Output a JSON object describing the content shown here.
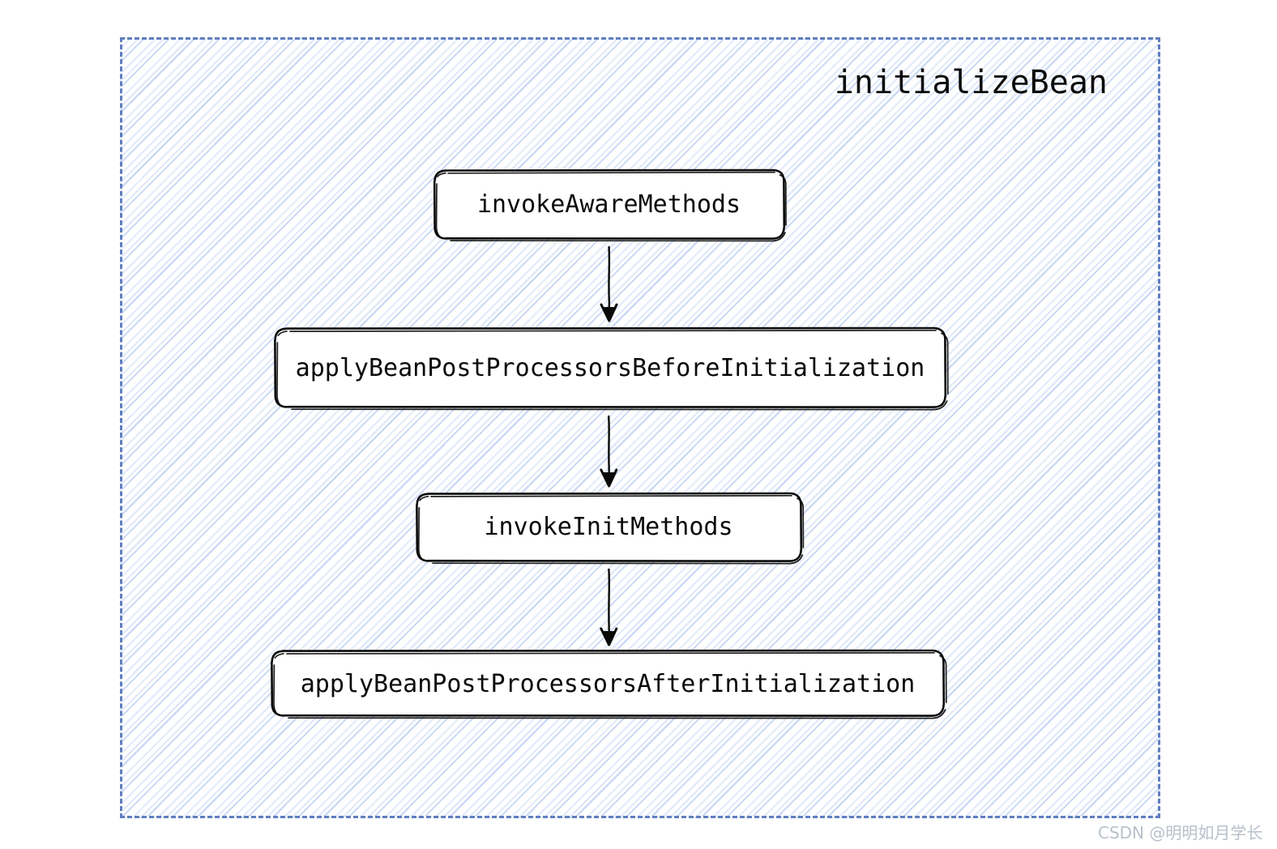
{
  "diagram": {
    "type": "flowchart",
    "direction": "top-to-bottom",
    "cluster": {
      "title": "initializeBean",
      "border_style": "dashed",
      "border_color": "#5f7ebd",
      "fill_pattern": "diagonal-hatch",
      "fill_color": "#c5d5f3"
    },
    "node_style": {
      "shape": "rounded-rectangle",
      "stroke": "#0a0a0a",
      "fill": "#ffffff",
      "hand_drawn": true
    },
    "nodes": [
      {
        "id": "n1",
        "label": "invokeAwareMethods"
      },
      {
        "id": "n2",
        "label": "applyBeanPostProcessorsBeforeInitialization"
      },
      {
        "id": "n3",
        "label": "invokeInitMethods"
      },
      {
        "id": "n4",
        "label": "applyBeanPostProcessorsAfterInitialization"
      }
    ],
    "edges": [
      {
        "from": "n1",
        "to": "n2",
        "arrow": "down"
      },
      {
        "from": "n2",
        "to": "n3",
        "arrow": "down"
      },
      {
        "from": "n3",
        "to": "n4",
        "arrow": "down"
      }
    ]
  },
  "watermark": {
    "text": "CSDN @明明如月学长"
  }
}
